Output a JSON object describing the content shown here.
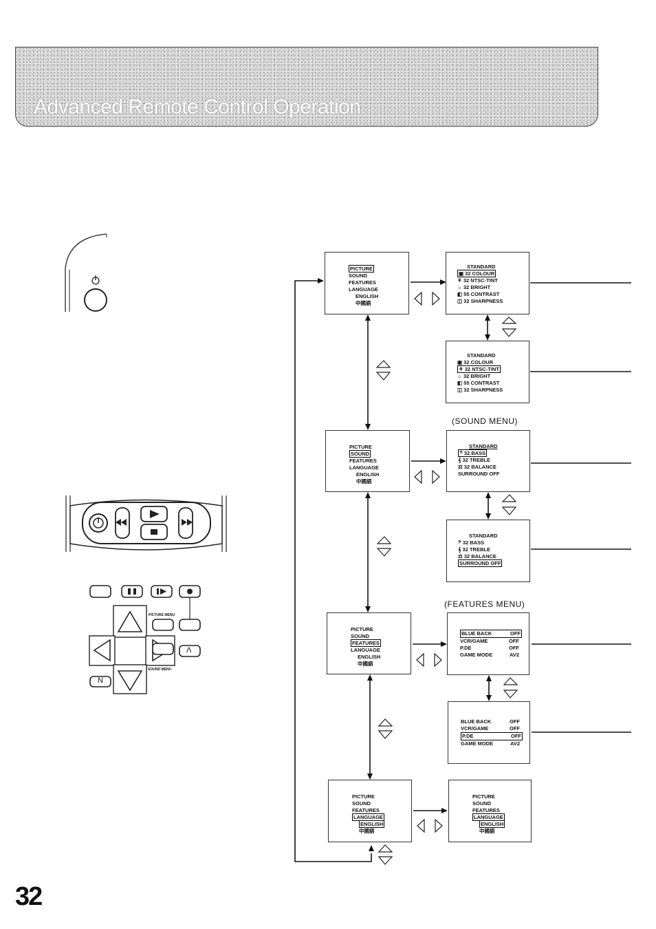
{
  "banner": {
    "title": "Advanced Remote Control Operation"
  },
  "page_number": "32",
  "remote": {
    "buttons": {
      "picture_menu": "PICTURE MENU",
      "sound_menu": "SOUND MENU",
      "n": "N",
      "lambda": "Λ"
    }
  },
  "captions": {
    "sound_menu": "(SOUND MENU)",
    "features_menu": "(FEATURES MENU)"
  },
  "main_menu": {
    "items": [
      "PICTURE",
      "SOUND",
      "FEATURES",
      "LANGUAGE",
      "ENGLISH",
      "中國語"
    ]
  },
  "picture_menu": {
    "header": "STANDARD",
    "items": [
      {
        "value": "32",
        "label": "COLOUR"
      },
      {
        "value": "32",
        "label": "NTSC-TINT"
      },
      {
        "value": "32",
        "label": "BRIGHT"
      },
      {
        "value": "55",
        "label": "CONTRAST"
      },
      {
        "value": "32",
        "label": "SHARPNESS"
      }
    ]
  },
  "sound_menu": {
    "header": "STANDARD",
    "items": [
      {
        "value": "32",
        "label": "BASS"
      },
      {
        "value": "32",
        "label": "TREBLE"
      },
      {
        "value": "32",
        "label": "BALANCE"
      }
    ],
    "surround": "SURROUND OFF"
  },
  "features_menu": {
    "items": [
      {
        "label": "BLUE BACK",
        "value": "OFF"
      },
      {
        "label": "VCR/GAME",
        "value": "OFF"
      },
      {
        "label": "P.DE",
        "value": "OFF"
      },
      {
        "label": "GAME MODE",
        "value": "AV2"
      }
    ]
  }
}
